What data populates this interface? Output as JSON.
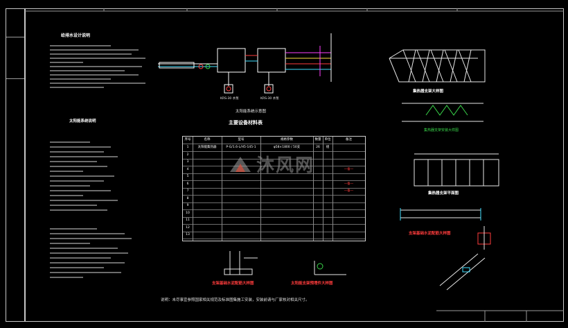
{
  "watermark": "沐风网",
  "notes": {
    "left_top_title": "给排水设计说明",
    "left_mid_title": "太阳能系统说明",
    "diagram_caption": "太阳能系统示意图",
    "table_title": "主要设备材料表",
    "left_detail_caption": "支架基础水泥配筋大样图",
    "mid_detail_caption": "太阳能支架预埋件大样图",
    "right1_caption": "集热器支架大样图",
    "right2_caption": "集热器支架安装大样图",
    "right3_caption": "集热器支架平面图",
    "right4_caption": "支架基础水泥配筋大样图",
    "bottom_note": "说明：未尽事宜参照国家相关规范及标准图集施工安装，安装前请与厂家核对相关尺寸。"
  },
  "pump_labels": [
    "KRS-30 水泵",
    "KRS-30 水泵"
  ],
  "table": {
    "headers": [
      "序号",
      "名称",
      "型号",
      "规格参数",
      "数量",
      "单位",
      "备注"
    ],
    "rows": [
      [
        "1",
        "太阳能集热器",
        "P-G/1.6-L/H5-145-1",
        "φ58×1800 / 50支",
        "26",
        "组",
        ""
      ],
      [
        "2",
        "",
        "",
        "",
        "",
        "",
        ""
      ],
      [
        "3",
        "",
        "",
        "",
        "",
        "",
        ""
      ],
      [
        "4",
        "",
        "",
        "",
        "",
        "",
        "一备一"
      ],
      [
        "5",
        "",
        "",
        "",
        "",
        "",
        ""
      ],
      [
        "6",
        "",
        "",
        "",
        "",
        "",
        "一备一"
      ],
      [
        "7",
        "",
        "",
        "",
        "",
        "",
        "一备一"
      ],
      [
        "8",
        "",
        "",
        "",
        "",
        "",
        ""
      ],
      [
        "9",
        "",
        "",
        "",
        "",
        "",
        ""
      ],
      [
        "10",
        "",
        "",
        "",
        "",
        "",
        ""
      ],
      [
        "11",
        "",
        "",
        "",
        "",
        "",
        ""
      ],
      [
        "12",
        "",
        "",
        "",
        "",
        "",
        ""
      ],
      [
        "13",
        "",
        "",
        "",
        "",
        "",
        ""
      ]
    ]
  },
  "colors": {
    "frame": "#c8c8c8",
    "red": "#ff3c3c",
    "green": "#39d64a",
    "magenta": "#ff40ff",
    "cyan": "#40e0ff",
    "yellow": "#ffe040"
  }
}
